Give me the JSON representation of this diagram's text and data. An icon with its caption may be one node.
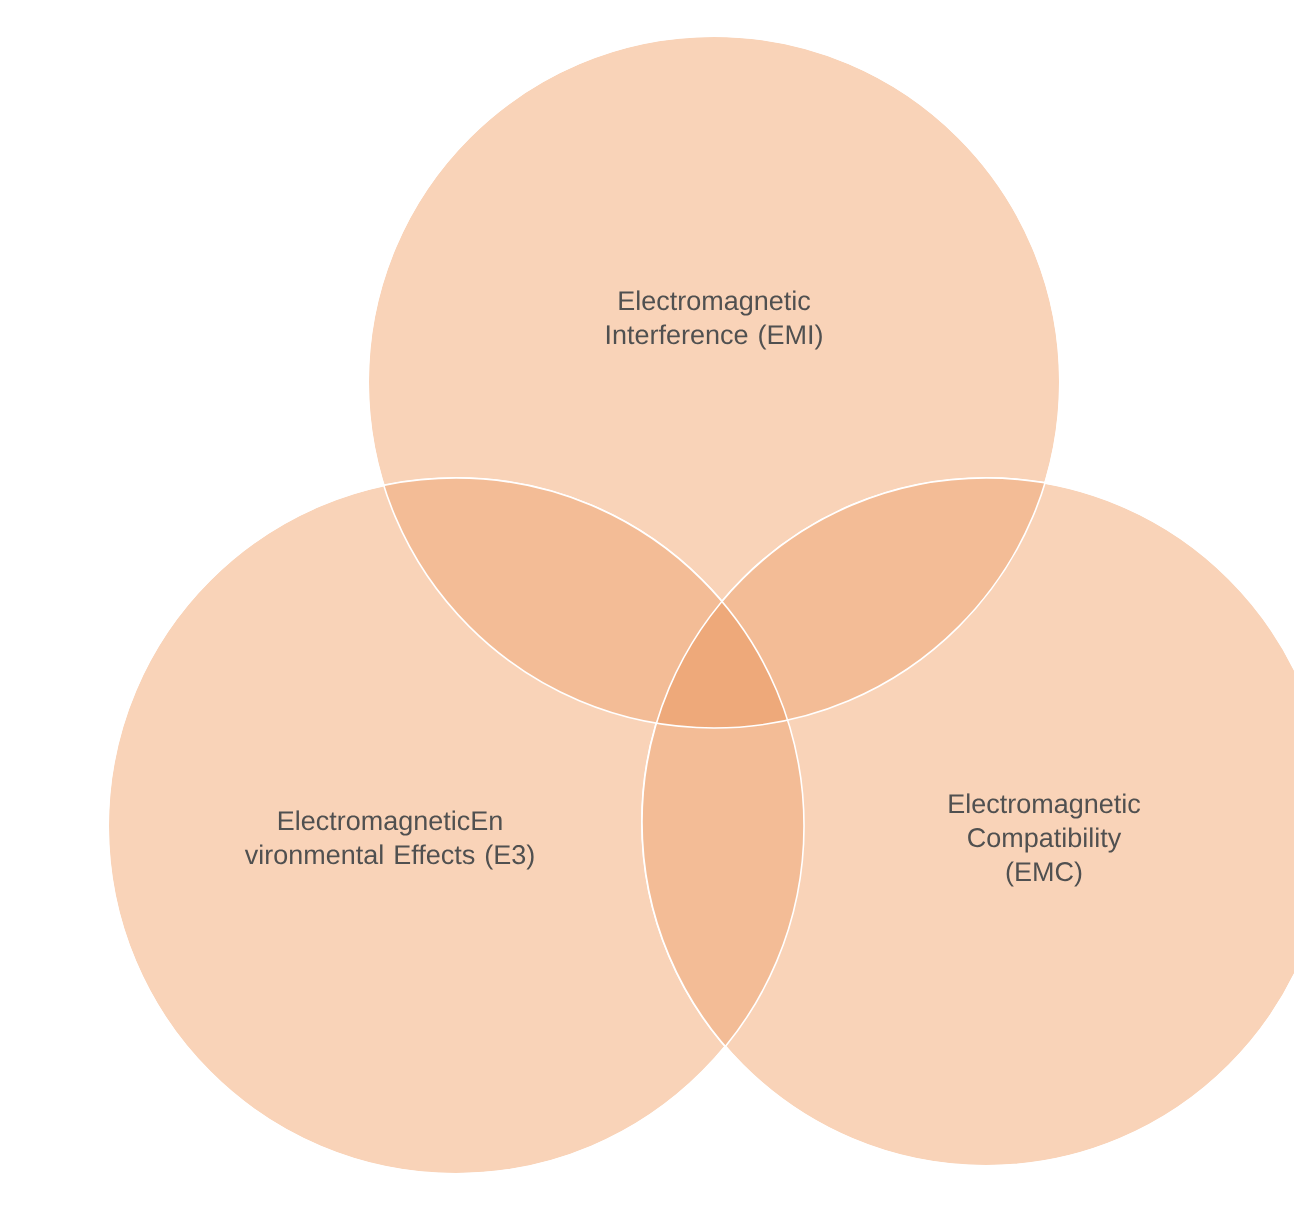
{
  "diagram": {
    "nodes": [
      {
        "text": [
          "Electromagnetic Interference (EMI)"
        ]
      },
      {
        "text": [
          "ElectromagneticEn vironmental Effects (E3)"
        ]
      },
      {
        "text": [
          "Electromagnetic Compatibility (EMC)"
        ]
      }
    ]
  }
}
